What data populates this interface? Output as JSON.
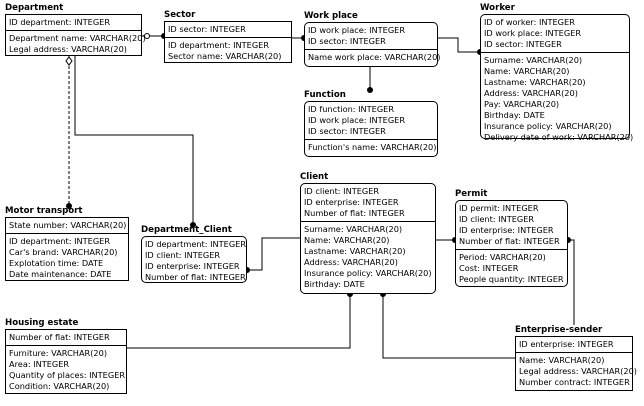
{
  "entities": {
    "department": {
      "name": "Department",
      "keys": [
        "ID department: INTEGER"
      ],
      "attributes": [
        "Department name: VARCHAR(20)",
        "Legal address: VARCHAR(20)"
      ]
    },
    "sector": {
      "name": "Sector",
      "keys": [
        "ID sector: INTEGER"
      ],
      "attributes": [
        "ID department: INTEGER",
        "Sector name: VARCHAR(20)"
      ]
    },
    "work_place": {
      "name": "Work place",
      "keys": [
        "ID work place: INTEGER",
        "ID sector: INTEGER"
      ],
      "attributes": [
        "Name work place: VARCHAR(20)"
      ]
    },
    "worker": {
      "name": "Worker",
      "keys": [
        "ID of worker: INTEGER",
        "ID work place: INTEGER",
        "ID sector: INTEGER"
      ],
      "attributes": [
        "Surname: VARCHAR(20)",
        "Name: VARCHAR(20)",
        "Lastname: VARCHAR(20)",
        "Address: VARCHAR(20)",
        "Pay: VARCHAR(20)",
        "Birthday: DATE",
        "Insurance policy: VARCHAR(20)",
        "Delivery date of work: VARCHAR(20)"
      ]
    },
    "function": {
      "name": "Function",
      "keys": [
        "ID function: INTEGER",
        "ID work place: INTEGER",
        "ID sector: INTEGER"
      ],
      "attributes": [
        "Function's name: VARCHAR(20)"
      ]
    },
    "motor_transport": {
      "name": "Motor transport",
      "keys": [
        "State number: VARCHAR(20)"
      ],
      "attributes": [
        "ID department: INTEGER",
        "Car's brand: VARCHAR(20)",
        "Explotation time: DATE",
        "Date maintenance: DATE"
      ]
    },
    "department_client": {
      "name": "Department_Client",
      "keys": [
        "ID department: INTEGER",
        "ID client: INTEGER",
        "ID enterprise: INTEGER",
        "Number of flat: INTEGER"
      ],
      "attributes": []
    },
    "client": {
      "name": "Client",
      "keys": [
        "ID client: INTEGER",
        "ID enterprise: INTEGER",
        "Number of flat: INTEGER"
      ],
      "attributes": [
        "Surname: VARCHAR(20)",
        "Name: VARCHAR(20)",
        "Lastname: VARCHAR(20)",
        "Address: VARCHAR(20)",
        "Insurance policy: VARCHAR(20)",
        "Birthday: DATE"
      ]
    },
    "permit": {
      "name": "Permit",
      "keys": [
        "ID permit: INTEGER",
        "ID client: INTEGER",
        "ID enterprise: INTEGER",
        "Number of flat: INTEGER"
      ],
      "attributes": [
        "Period: VARCHAR(20)",
        "Cost: INTEGER",
        "People quantity: INTEGER"
      ]
    },
    "housing_estate": {
      "name": "Housing estate",
      "keys": [
        "Number of flat: INTEGER"
      ],
      "attributes": [
        "Furniture: VARCHAR(20)",
        "Area: INTEGER",
        "Quantity of places: INTEGER",
        "Condition: VARCHAR(20)"
      ]
    },
    "enterprise_sender": {
      "name": "Enterprise-sender",
      "keys": [
        "ID enterprise: INTEGER"
      ],
      "attributes": [
        "Name: VARCHAR(20)",
        "Legal address: VARCHAR(20)",
        "Number contract: INTEGER"
      ]
    }
  },
  "relationships": [
    {
      "from": "department",
      "to": "sector",
      "style": "solid"
    },
    {
      "from": "sector",
      "to": "work_place",
      "style": "solid"
    },
    {
      "from": "work_place",
      "to": "worker",
      "style": "solid"
    },
    {
      "from": "work_place",
      "to": "function",
      "style": "solid"
    },
    {
      "from": "department",
      "to": "motor_transport",
      "style": "dashed"
    },
    {
      "from": "department",
      "to": "department_client",
      "style": "solid"
    },
    {
      "from": "client",
      "to": "department_client",
      "style": "solid"
    },
    {
      "from": "client",
      "to": "permit",
      "style": "solid"
    },
    {
      "from": "housing_estate",
      "to": "client",
      "style": "solid"
    },
    {
      "from": "enterprise_sender",
      "to": "client",
      "style": "solid"
    },
    {
      "from": "enterprise_sender",
      "to": "permit",
      "style": "solid"
    }
  ]
}
